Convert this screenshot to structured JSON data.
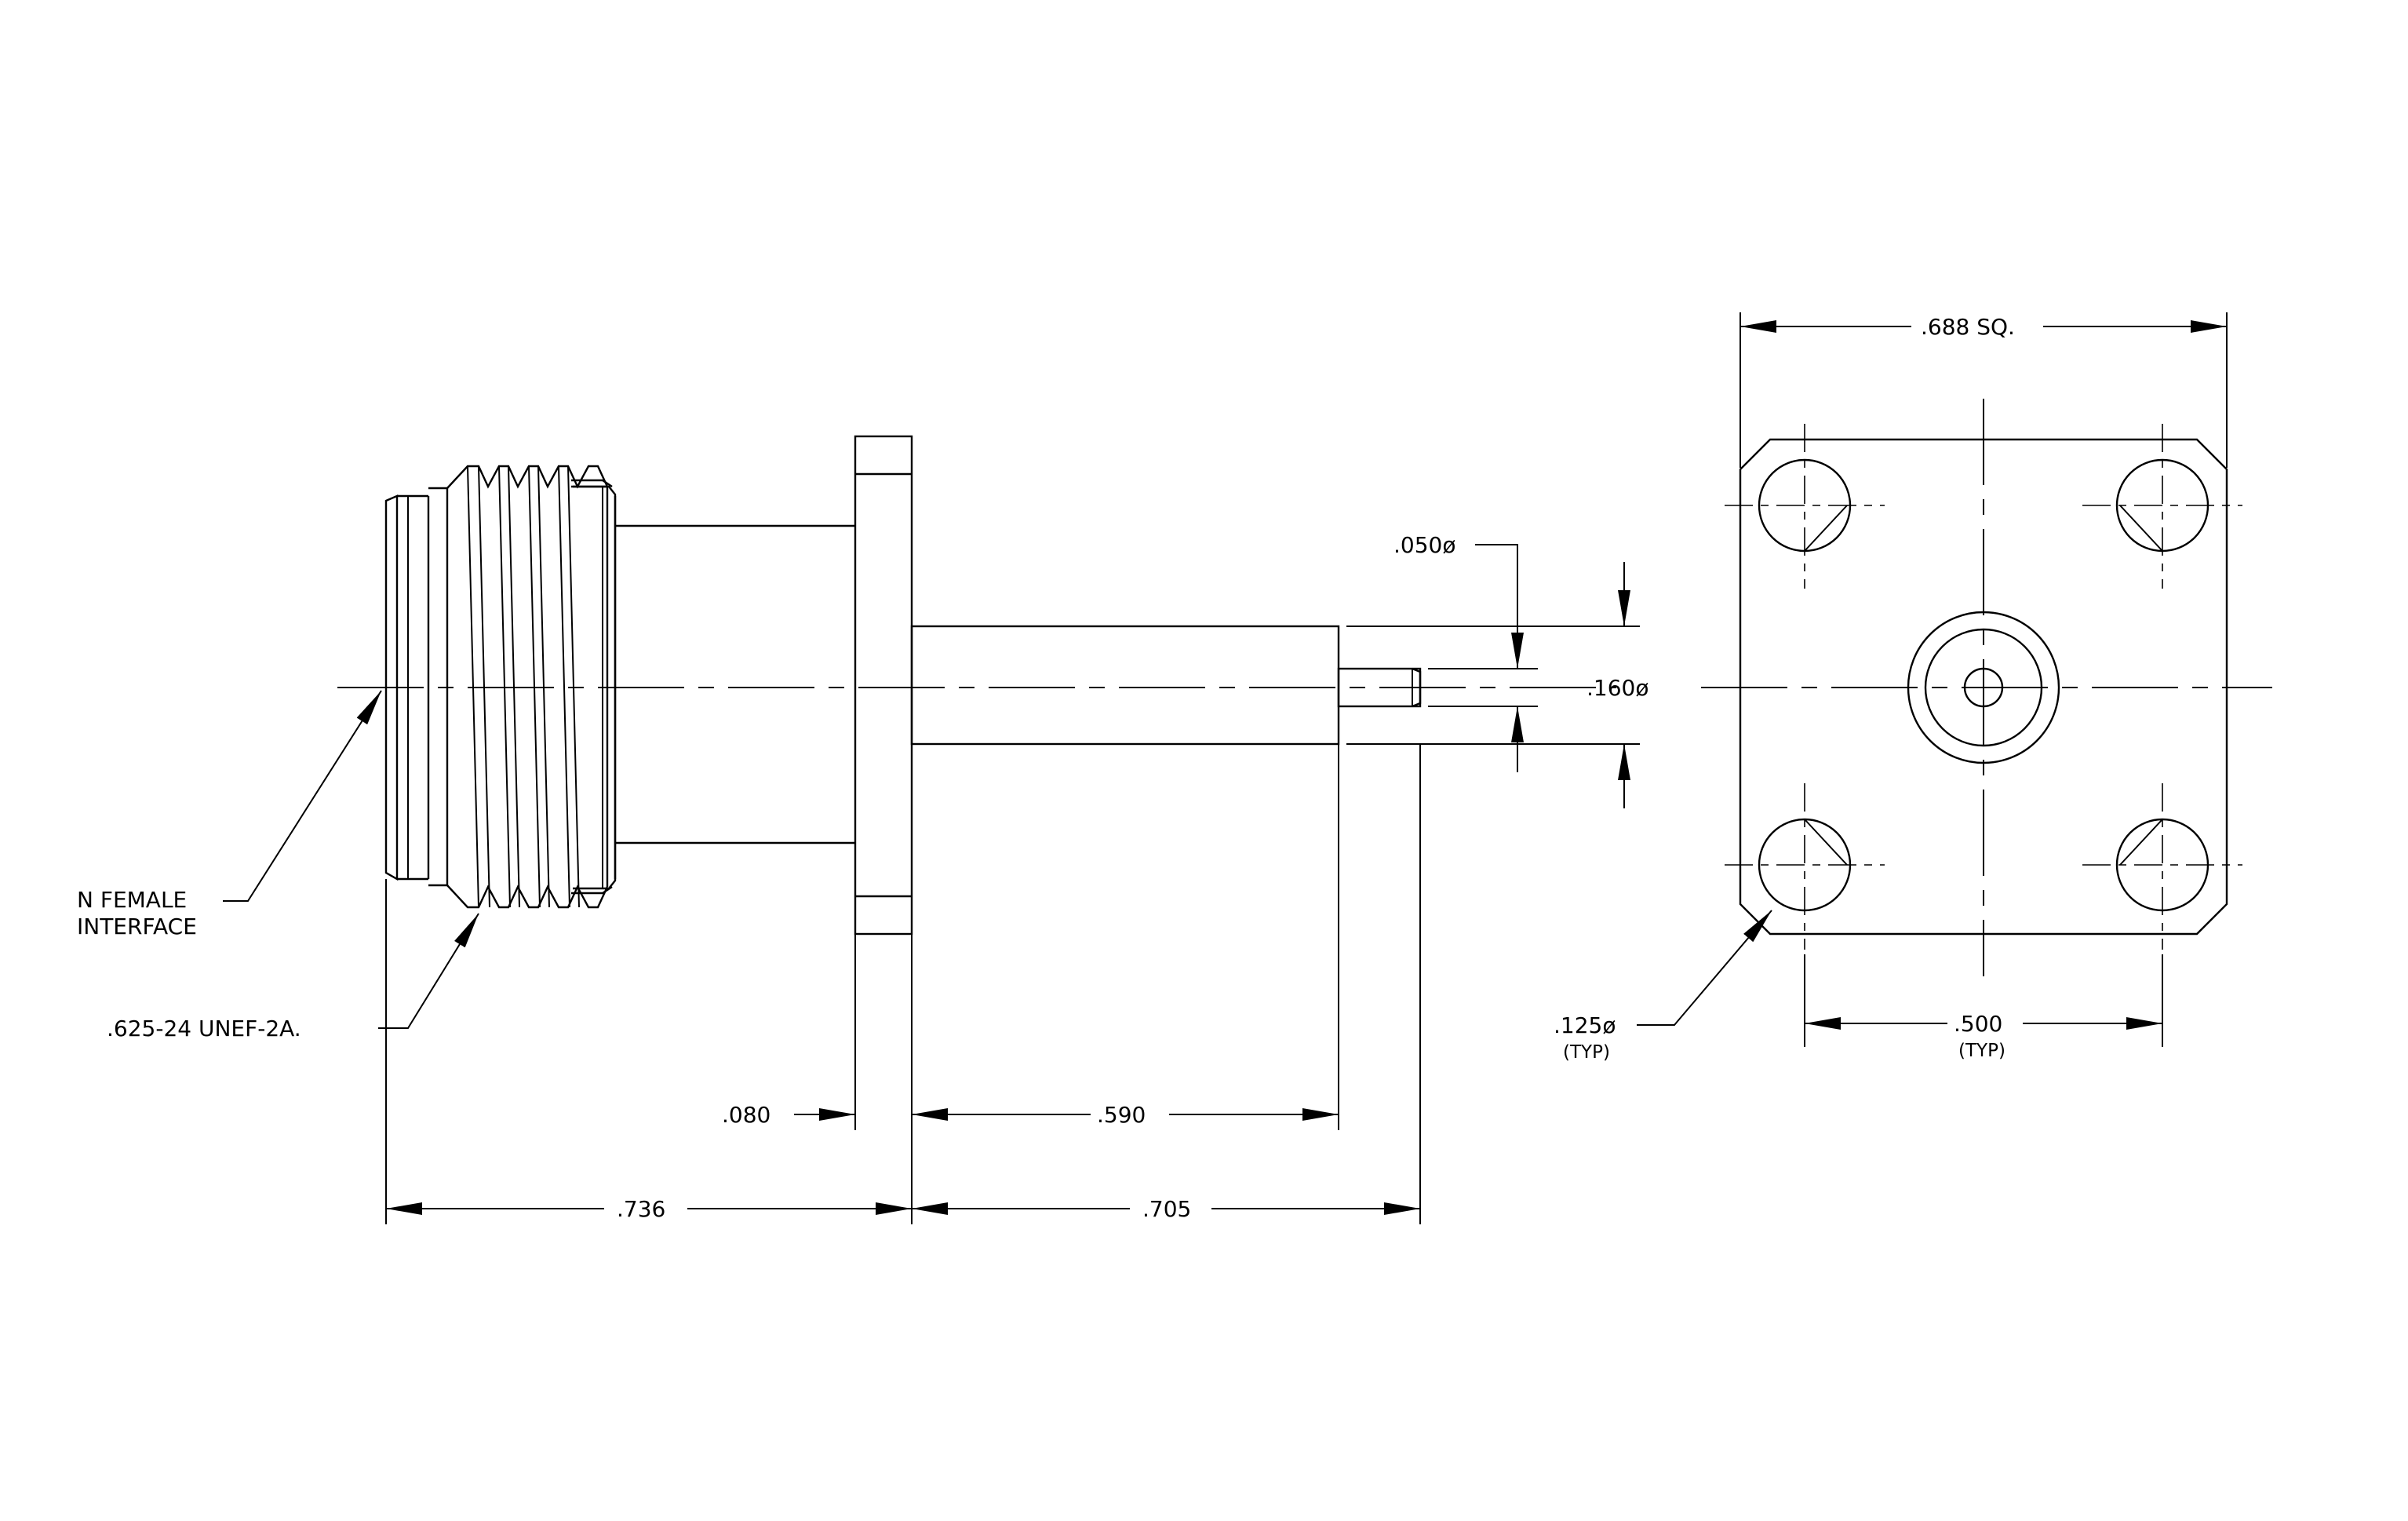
{
  "dimensions": {
    "overall_flange_square": ".688 SQ.",
    "contact_diameter": ".050ø",
    "dielectric_diameter": ".160ø",
    "mount_hole_diameter": ".125ø",
    "mount_hole_note": "(TYP)",
    "hole_spacing": ".500",
    "hole_spacing_note": "(TYP)",
    "flange_thickness": ".080",
    "dielectric_length": ".590",
    "body_length": ".736",
    "rear_length": ".705"
  },
  "callouts": {
    "interface_line1": "N FEMALE",
    "interface_line2": "INTERFACE",
    "thread_spec": ".625-24 UNEF-2A."
  }
}
